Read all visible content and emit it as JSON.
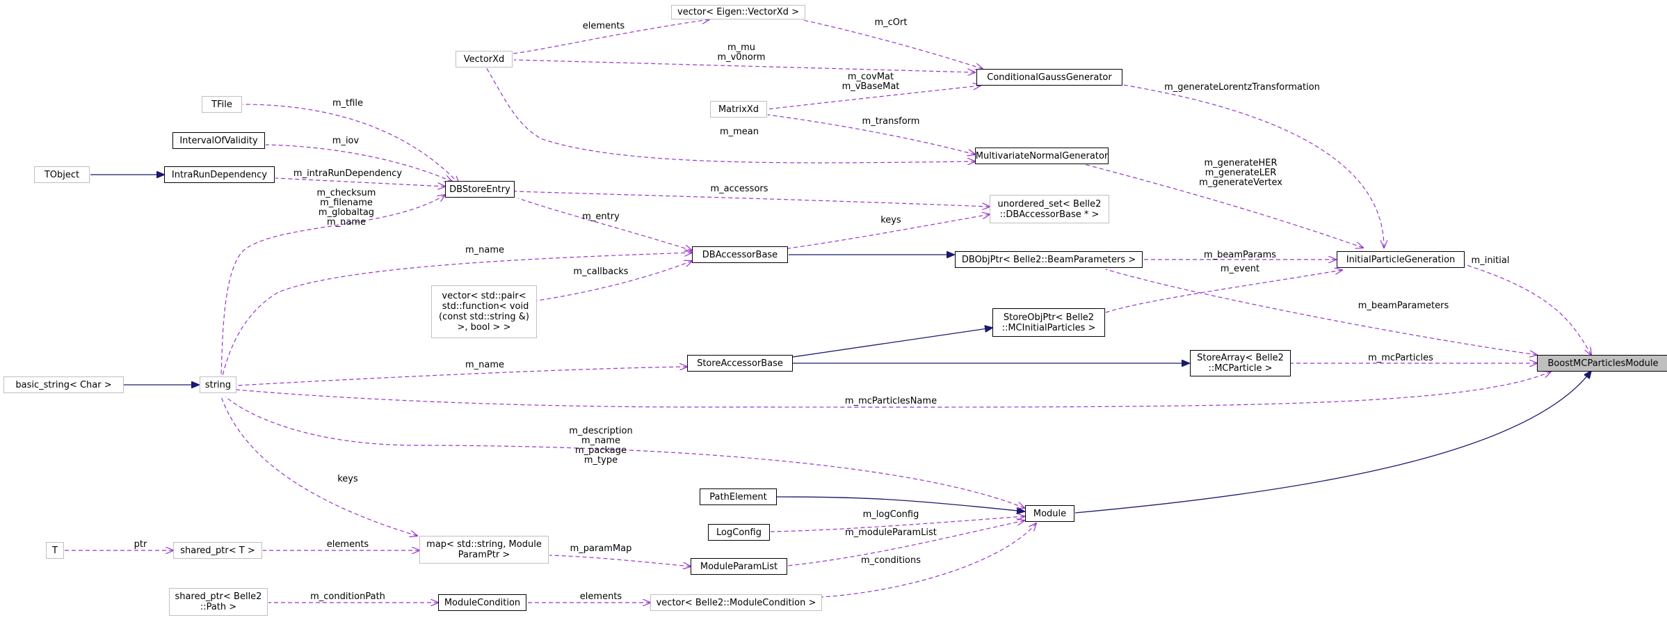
{
  "colors": {
    "inheritance": "#191970",
    "usage": "#9a32cd",
    "gray_border": "#bfbfbf",
    "focus_fill": "#bfbfbf"
  },
  "nodes": {
    "vector_eigen": "vector< Eigen::VectorXd >",
    "vectorxd": "VectorXd",
    "tfile": "TFile",
    "interval": "IntervalOfValidity",
    "tobject": "TObject",
    "intrarun": "IntraRunDependency",
    "dbstoreentry": "DBStoreEntry",
    "conditional_gauss": "ConditionalGaussGenerator",
    "matrixxd": "MatrixXd",
    "mvn_generator": "MultivariateNormalGenerator",
    "unordered_set": "unordered_set< Belle2\n::DBAccessorBase * >",
    "dbaccessorbase": "DBAccessorBase",
    "dbobjptr": "DBObjPtr< Belle2::BeamParameters >",
    "initial_pg": "InitialParticleGeneration",
    "vector_pair": "vector< std::pair<\n std::function< void\n(const std::string &)\n>, bool > >",
    "storeobjptr": "StoreObjPtr< Belle2\n::MCInitialParticles >",
    "basic_string": "basic_string< Char >",
    "string": "string",
    "storeaccessorbase": "StoreAccessorBase",
    "storearray": "StoreArray< Belle2\n::MCParticle >",
    "boost_module": "BoostMCParticlesModule",
    "pathelement": "PathElement",
    "module": "Module",
    "logconfig": "LogConfig",
    "t": "T",
    "shared_ptr_t": "shared_ptr< T >",
    "map": "map< std::string, Module\nParamPtr >",
    "moduleparamlist": "ModuleParamList",
    "shared_ptr_path": "shared_ptr< Belle2\n::Path >",
    "modulecondition": "ModuleCondition",
    "vector_modcond": "vector< Belle2::ModuleCondition >"
  },
  "edge_labels": {
    "elements_1": "elements",
    "m_cort": "m_cOrt",
    "m_mu": "m_mu\nm_v0norm",
    "m_covmat": "m_covMat\nm_vBaseMat",
    "m_tfile": "m_tfile",
    "m_generatelorentz": "m_generateLorentzTransformation",
    "m_transform": "m_transform",
    "m_iov": "m_iov",
    "m_mean": "m_mean",
    "m_intrarun": "m_intraRunDependency",
    "m_generatehlv": "m_generateHER\nm_generateLER\nm_generateVertex",
    "m_checksum": "m_checksum\nm_filename\nm_globaltag\nm_name",
    "m_accessors": "m_accessors",
    "m_entry": "m_entry",
    "keys_1": "keys",
    "m_initial": "m_initial",
    "m_name_1": "m_name",
    "m_beamparams": "m_beamParams",
    "m_callbacks": "m_callbacks",
    "m_event": "m_event",
    "m_beamparameters": "m_beamParameters",
    "m_name_2": "m_name",
    "m_mcparticles": "m_mcParticles",
    "m_mcparticlesname": "m_mcParticlesName",
    "m_description": "m_description\nm_name\nm_package\nm_type",
    "keys_2": "keys",
    "m_logconfig": "m_logConfig",
    "m_moduleparamlist": "m_moduleParamList",
    "ptr": "ptr",
    "elements_2": "elements",
    "m_parammap": "m_paramMap",
    "m_conditions": "m_conditions",
    "m_conditionpath": "m_conditionPath",
    "elements_3": "elements"
  }
}
